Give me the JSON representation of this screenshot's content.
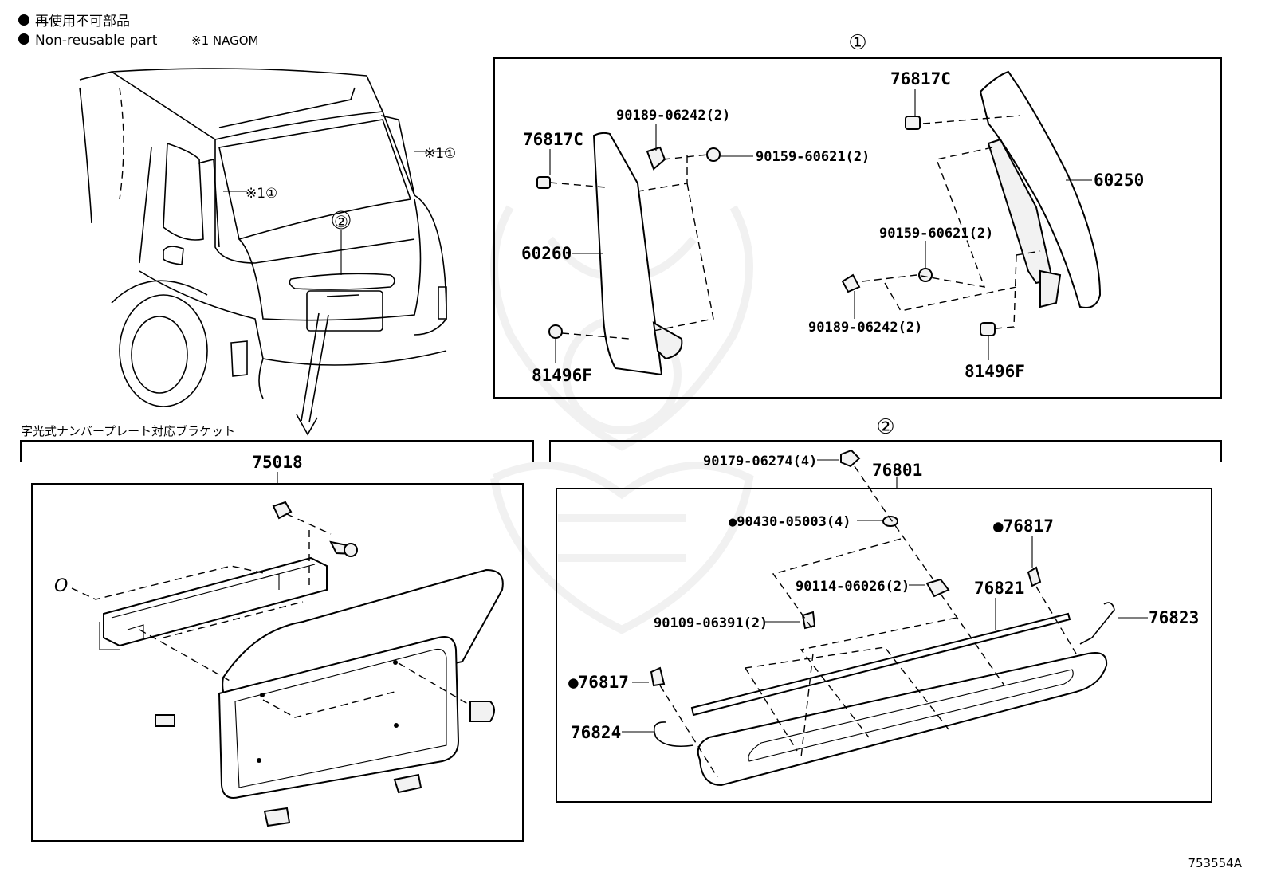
{
  "legend": {
    "nonreusable_jp": "再使用不可部品",
    "nonreusable_en": "Non-reusable part",
    "note_nagom": "※1 NAGOM"
  },
  "vehicle": {
    "callout_upper_right": "※1①",
    "callout_left": "※1①",
    "callout_plate": "②"
  },
  "group1": {
    "marker": "①",
    "labels": {
      "p76817c_left": "76817C",
      "p90189_top": "90189-06242(2)",
      "p90159_top": "90159-60621(2)",
      "p60260": "60260",
      "p81496f_left": "81496F",
      "p76817c_right": "76817C",
      "p60250": "60250",
      "p90159_mid": "90159-60621(2)",
      "p90189_mid": "90189-06242(2)",
      "p81496f_right": "81496F"
    }
  },
  "bracket": {
    "title": "字光式ナンバープレート対応ブラケット",
    "part": "75018",
    "o_label": "O"
  },
  "group2": {
    "marker": "②",
    "labels": {
      "p90179": "90179-06274(4)",
      "p76801": "76801",
      "p90430": "●90430-05003(4)",
      "p76817_top": "●76817",
      "p90114": "90114-06026(2)",
      "p76821": "76821",
      "p90109": "90109-06391(2)",
      "p76823": "76823",
      "p76817_left": "●76817",
      "p76824": "76824"
    }
  },
  "diagram_id": "753554A"
}
